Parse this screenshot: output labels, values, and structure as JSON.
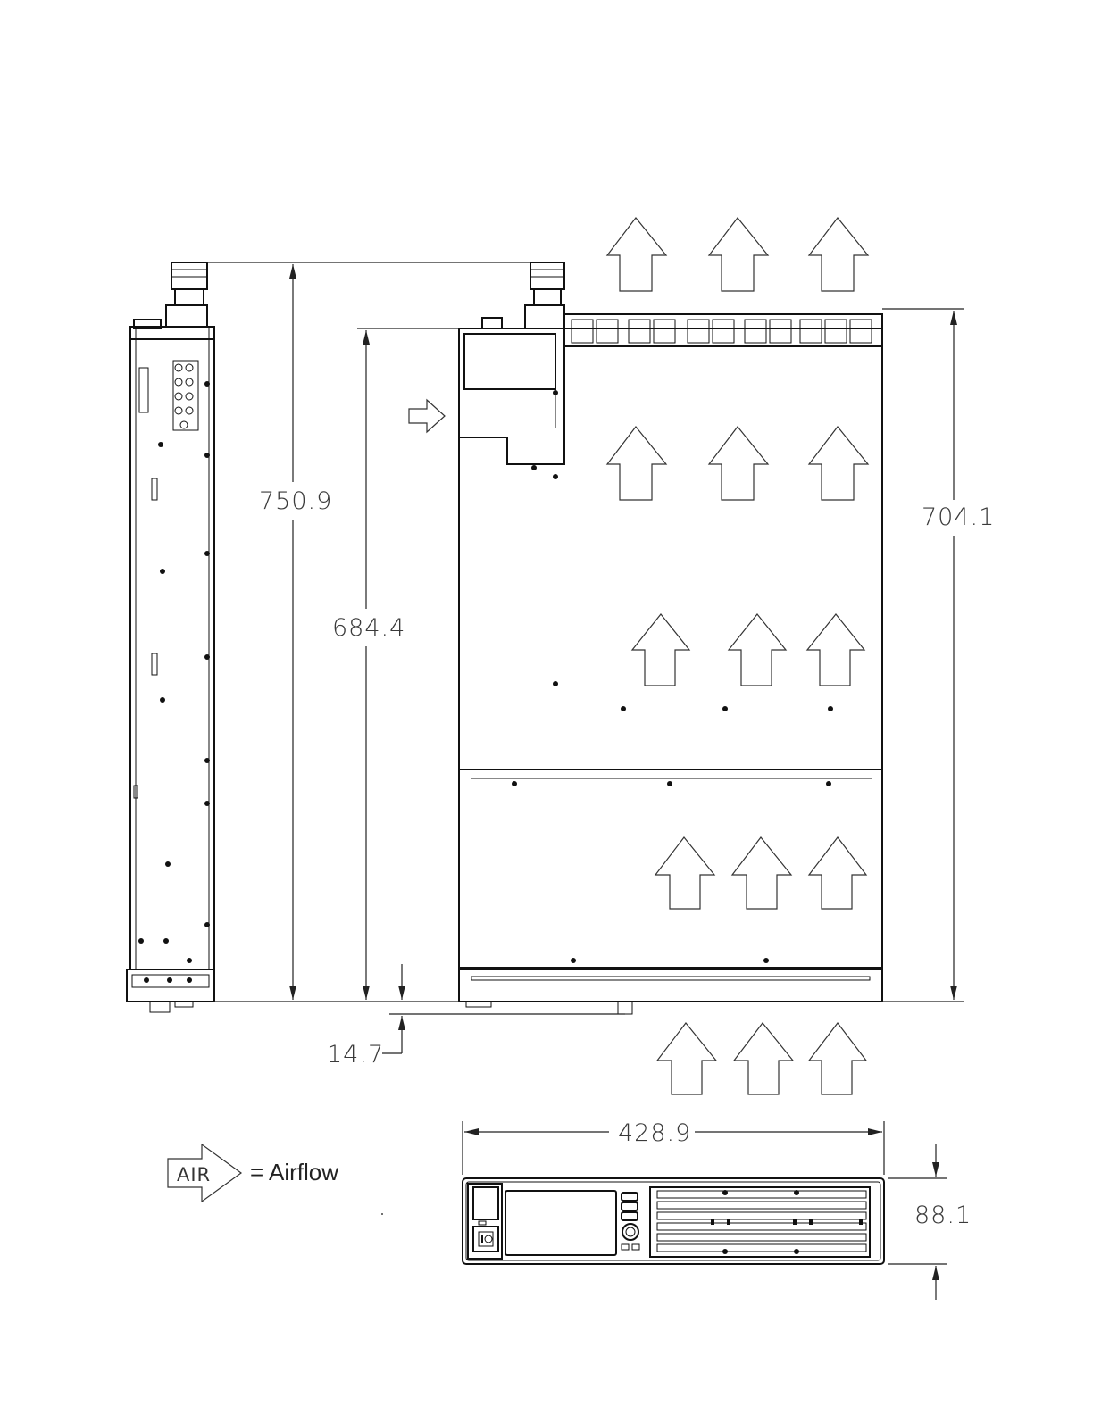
{
  "dimensions": {
    "overall_depth": "750.9",
    "chassis_depth": "684.4",
    "front_offset": "14.7",
    "right_depth": "704.1",
    "width": "428.9",
    "height": "88.1"
  },
  "legend": {
    "box_label": "AIR",
    "description": "= Airflow"
  },
  "colors": {
    "line": "#111111",
    "background": "#ffffff"
  }
}
